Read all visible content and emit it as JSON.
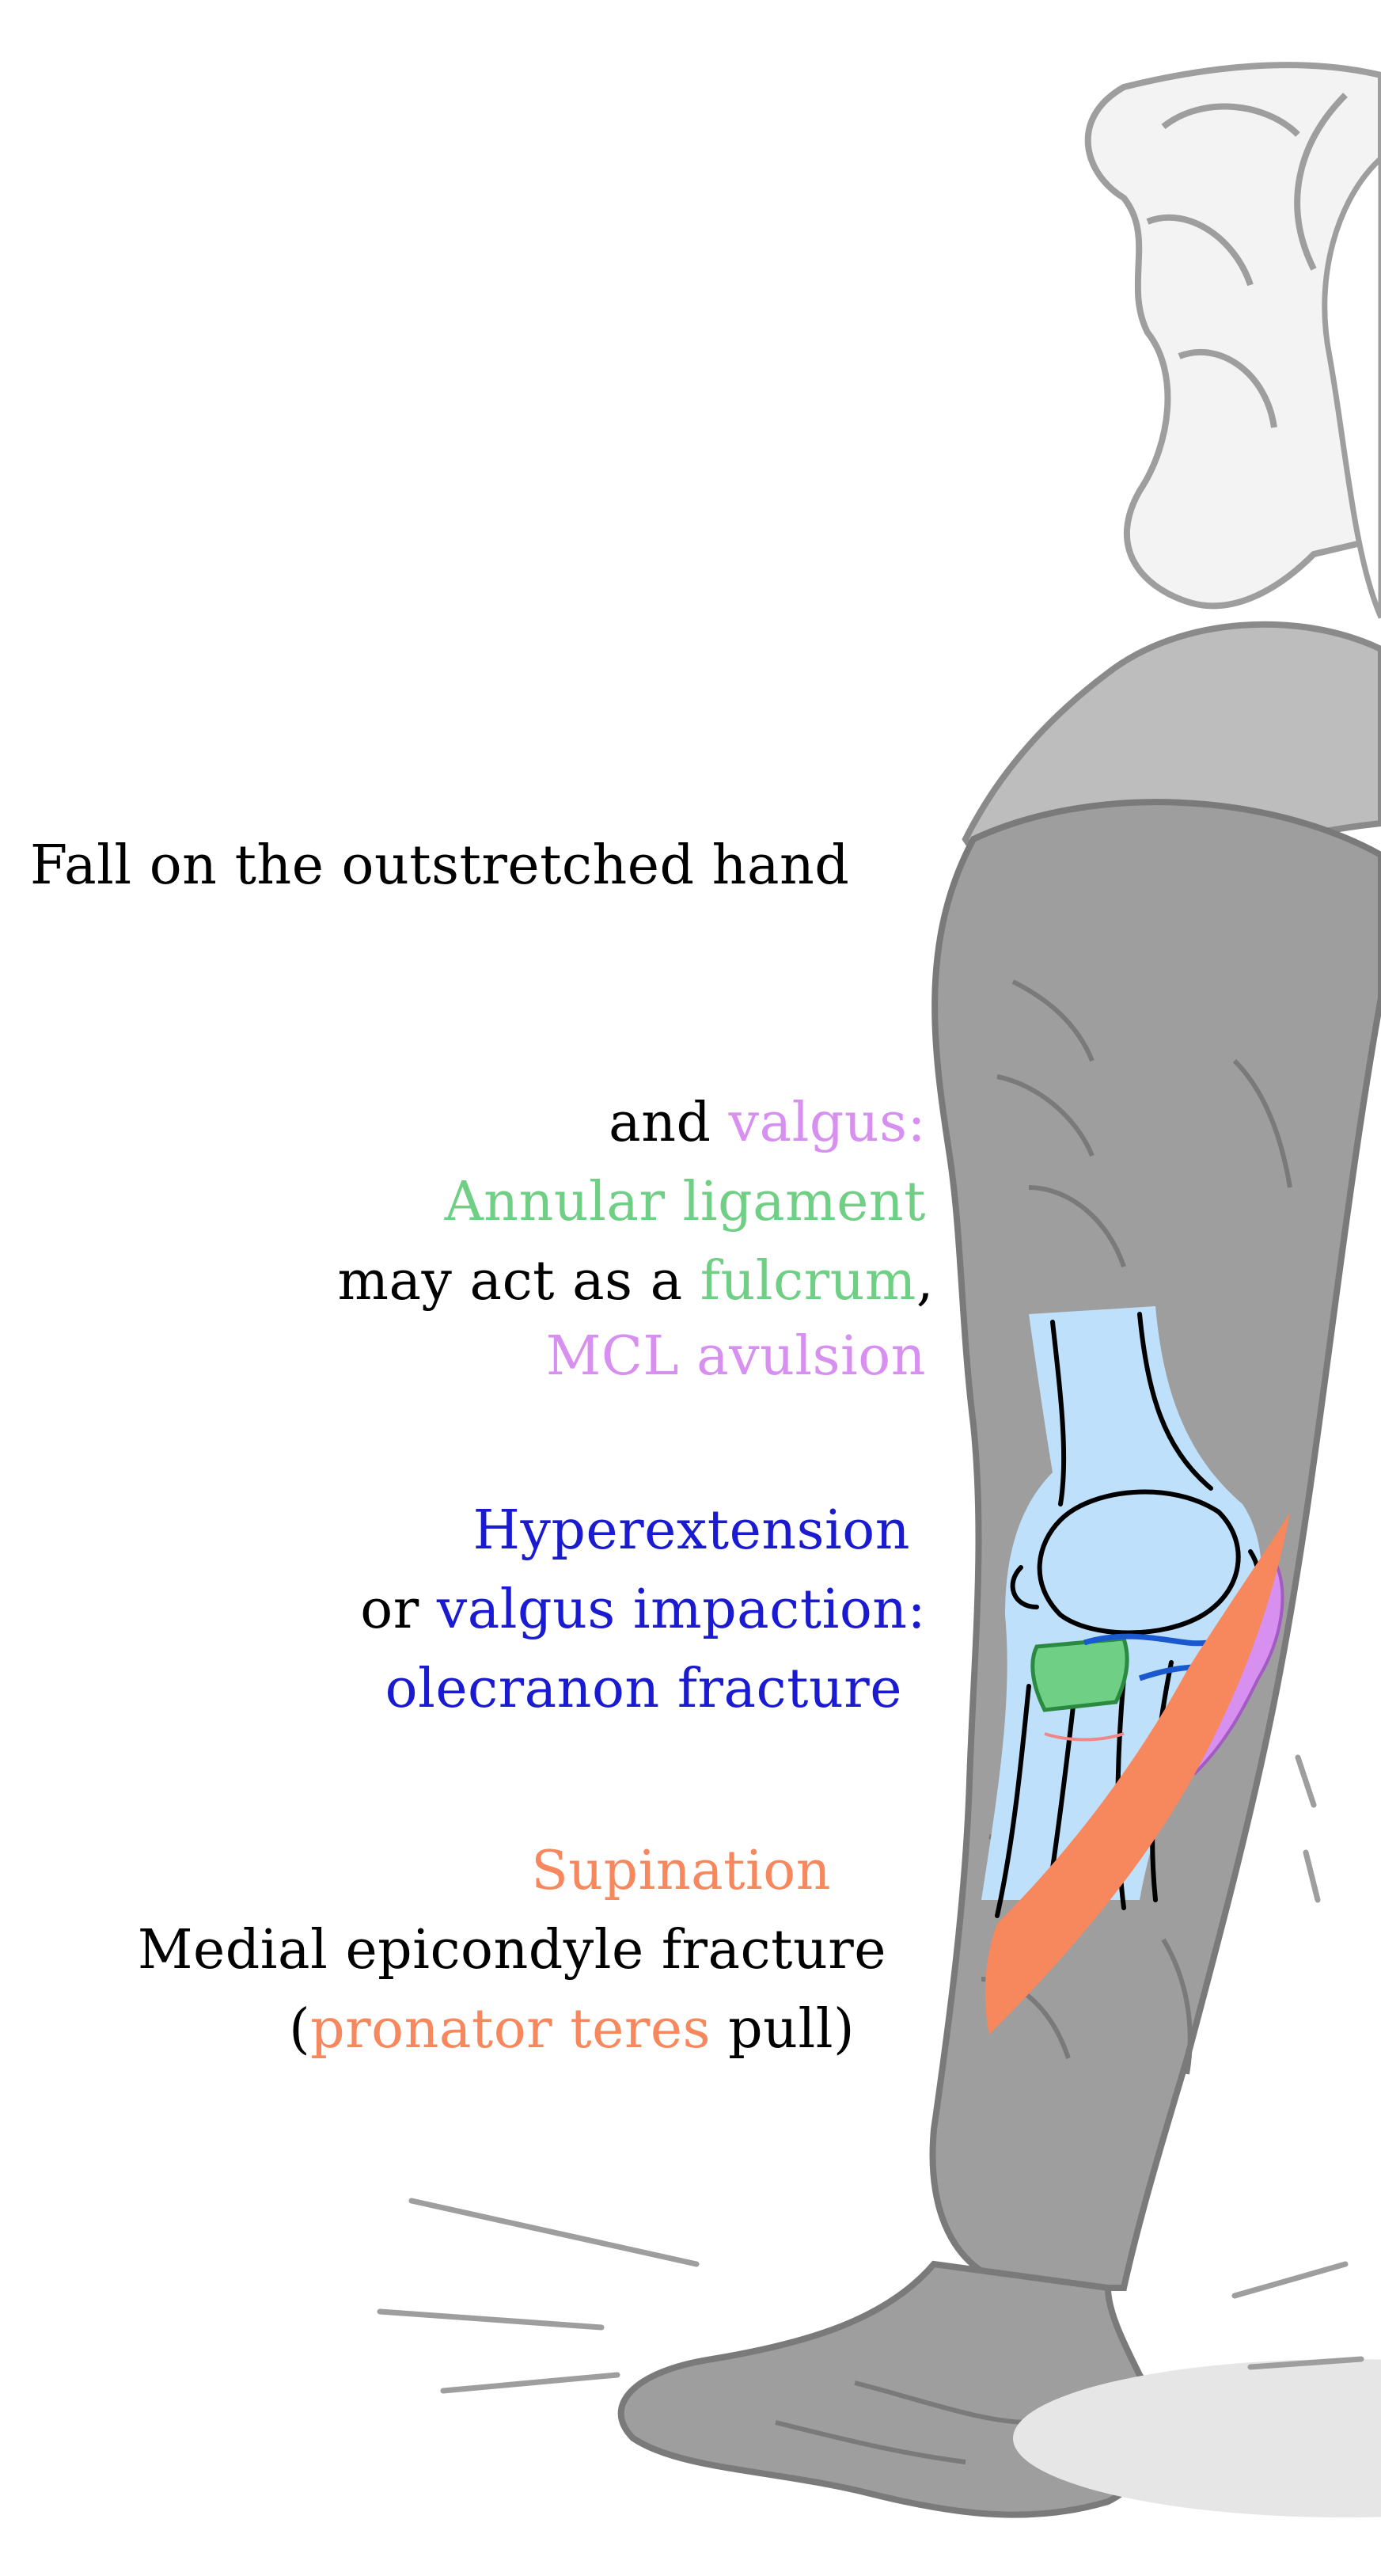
{
  "colors": {
    "black": "#000000",
    "violet": "#d78ff0",
    "green": "#6fcf84",
    "blue": "#1a1ad0",
    "orange": "#f7875c",
    "bone": "#bfe0fb",
    "arm": "#9e9e9e",
    "shirt": "#bdbdbd",
    "outline": "#8a8a8a"
  },
  "labels": {
    "fall": "Fall on the outstretched hand",
    "and": "and ",
    "valgus": "valgus:",
    "annular": "Annular ligament",
    "may_act": "may act as a ",
    "fulcrum": "fulcrum",
    "comma": ",",
    "mcl": "MCL avulsion",
    "hyperext": "Hyperextension",
    "or": "or ",
    "valgus_impaction": "valgus impaction:",
    "olecranon": "olecranon fracture",
    "supination": "Supination",
    "medial": "Medial epicondyle fracture",
    "paren_open": "(",
    "pronator": "pronator teres",
    "pull": " pull)"
  },
  "illustration": {
    "subject": "person falling on outstretched arm",
    "structures": [
      "humerus",
      "radius",
      "ulna",
      "annular ligament",
      "MCL",
      "pronator teres"
    ]
  }
}
